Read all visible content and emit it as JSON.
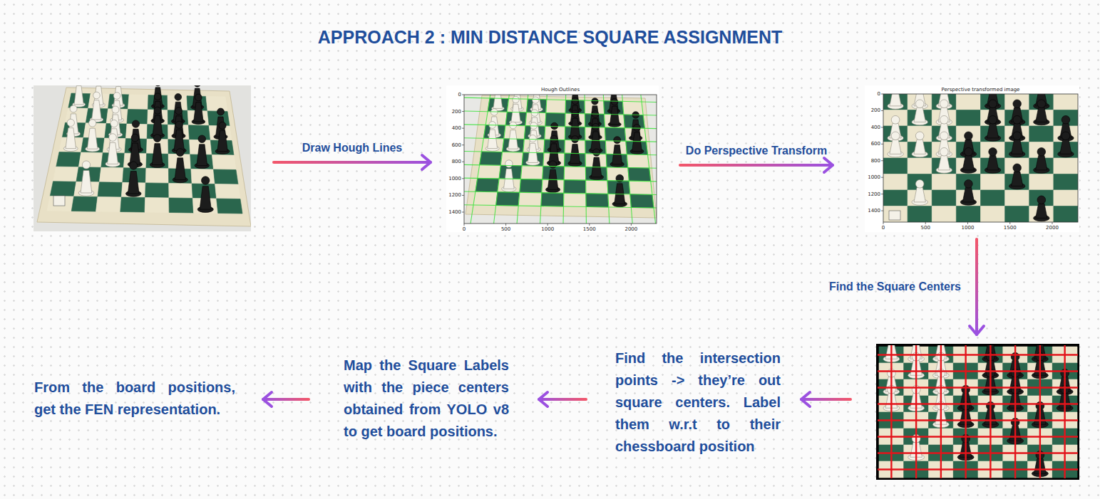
{
  "diagram": {
    "title": "APPROACH 2 : MIN DISTANCE SQUARE ASSIGNMENT",
    "nodes": [
      {
        "text": []
      },
      {
        "text": [
          "Hough Outlines",
          "0",
          "200",
          "400",
          "600",
          "800",
          "1000",
          "1200",
          "1400",
          "0",
          "500",
          "1000",
          "1500",
          "2000"
        ]
      },
      {
        "text": [
          "Perspective transformed image",
          "0",
          "200",
          "400",
          "600",
          "800",
          "1000",
          "1200",
          "1400",
          "0",
          "500",
          "1000",
          "1500",
          "2000"
        ]
      },
      {
        "text": []
      },
      {
        "text": [
          "Find the intersection points -> they’re out square centers. Label them w.r.t to their chessboard position"
        ]
      },
      {
        "text": [
          "Map the Square Labels with the piece centers obtained from YOLO v8 to get board positions."
        ]
      },
      {
        "text": [
          "From the board positions, get the FEN representation."
        ]
      }
    ],
    "edges": [
      {
        "from": 0,
        "to": 1,
        "arrow": "to",
        "label": "Draw Hough Lines"
      },
      {
        "from": 1,
        "to": 2,
        "arrow": "to",
        "label": "Do Perspective Transform"
      },
      {
        "from": 2,
        "to": 3,
        "arrow": "to",
        "label": "Find the Square Centers"
      },
      {
        "from": 3,
        "to": 4,
        "arrow": "to"
      },
      {
        "from": 4,
        "to": 5,
        "arrow": "to"
      },
      {
        "from": 5,
        "to": 6,
        "arrow": "to"
      }
    ]
  }
}
